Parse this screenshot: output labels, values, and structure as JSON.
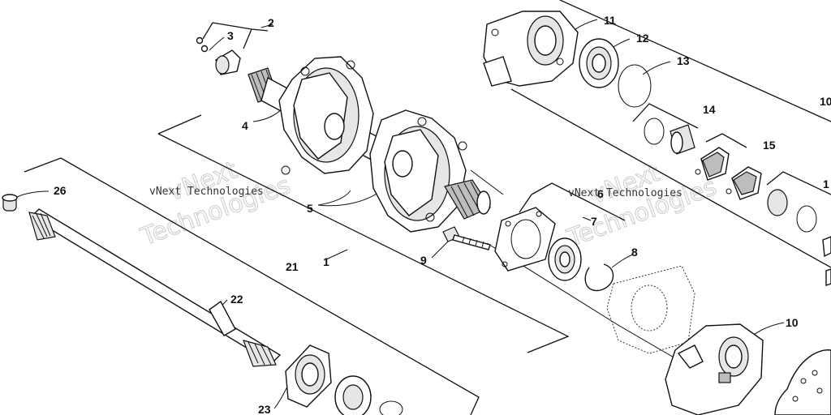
{
  "watermark": {
    "text_1": "vNext Technologies",
    "text_2": "vNext Technologies",
    "big_1a": "vNext",
    "big_1b": "Technologies",
    "big_2a": "vNext",
    "big_2b": "Technologies"
  },
  "callouts": {
    "c1": "1",
    "c2": "2",
    "c3": "3",
    "c4": "4",
    "c5": "5",
    "c6": "6",
    "c7": "7",
    "c8": "8",
    "c9": "9",
    "c10a": "10",
    "c10b": "10",
    "c11": "11",
    "c12": "12",
    "c13": "13",
    "c14": "14",
    "c15": "15",
    "c16": "1",
    "c21": "21",
    "c22": "22",
    "c23": "23",
    "c26": "26"
  }
}
